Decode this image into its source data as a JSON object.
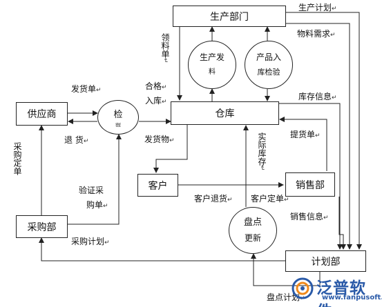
{
  "nodes": {
    "production_dept": "生产部门",
    "supplier": "供应商",
    "inspect_top": "检",
    "inspect_bottom": "验",
    "warehouse": "仓库",
    "customer": "客户",
    "sales_dept": "销售部",
    "purchasing_dept": "采购部",
    "planning_dept": "计划部",
    "prod_issue_top": "生产发",
    "prod_issue_bottom": "料",
    "product_in_top": "产品入",
    "product_in_bottom": "库检验",
    "stocktake_top": "盘点",
    "stocktake_bottom": "更新"
  },
  "labels": {
    "production_plan": "生产计划",
    "material_demand": "物料需求",
    "requisition": "领料单",
    "qualified": "合格",
    "into_warehouse": "入库",
    "delivery_note": "发货单",
    "return_goods": "退  货",
    "purchase_order_top": "采购",
    "purchase_order_bottom": "定单",
    "inventory_info": "库存信息",
    "pick_list": "提货单",
    "actual_stock": "实际库存",
    "shipped_goods": "发货物",
    "verify_top": "验证采",
    "verify_bottom": "购单",
    "customer_return": "客户退货",
    "customer_order": "客户定单",
    "sales_info": "销售信息",
    "purchase_plan": "采购计划",
    "stocktake_plan": "盘点计划"
  },
  "logo": {
    "name": "泛普软件",
    "url": "www.fanpusoft.com"
  },
  "colors": {
    "line": "#222222",
    "logo_blue": "#2a5aa8",
    "logo_orange": "#f08a1c"
  }
}
